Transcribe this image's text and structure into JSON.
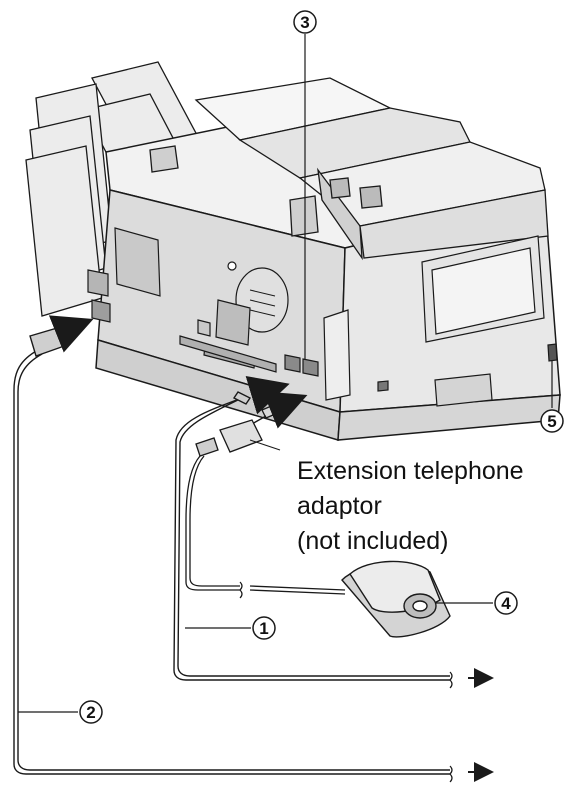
{
  "callouts": [
    "1",
    "2",
    "3",
    "4",
    "5"
  ],
  "adaptor_label": {
    "line1": "Extension telephone",
    "line2": "adaptor",
    "line3": "(not included)"
  },
  "colors": {
    "line": "#1a1a1a",
    "body": "#e6e6e6",
    "shade": "#bdbdbd",
    "dark": "#8a8a8a"
  }
}
